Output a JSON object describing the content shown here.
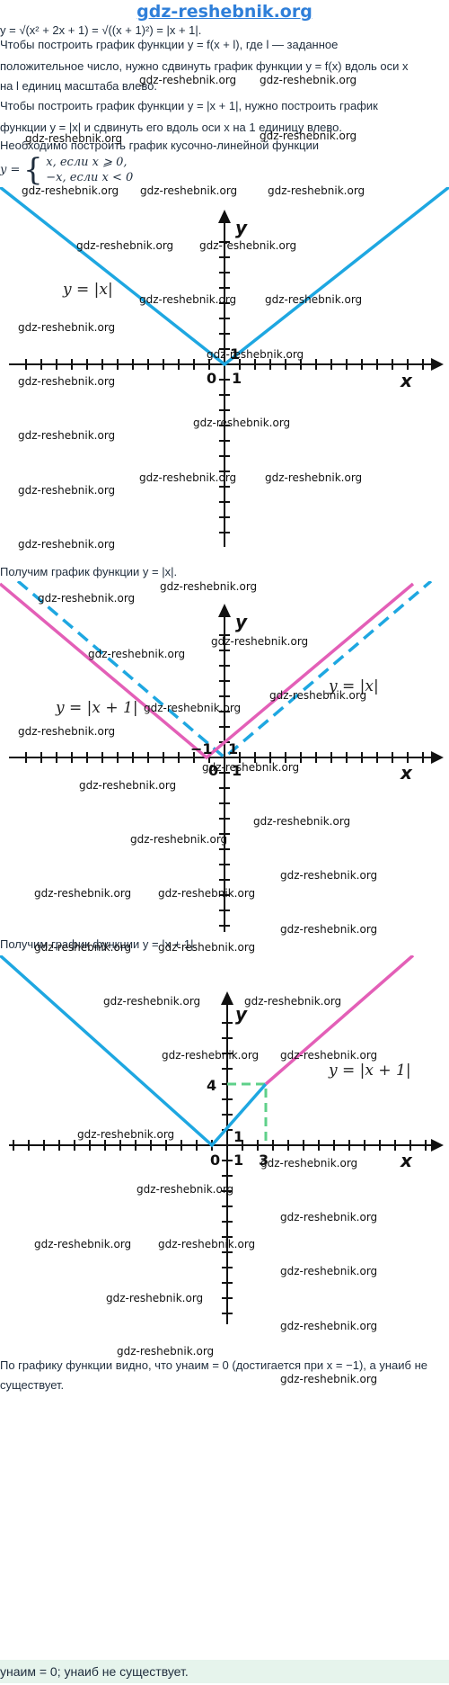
{
  "site_title": "gdz-reshebnik.org",
  "watermark": "gdz-reshebnik.org",
  "texts": {
    "line1": "y = √(x² + 2x + 1) = √((x + 1)²) = |x + 1|.",
    "para1a": "Чтобы построить график функции y = f(x + l), где l — заданное",
    "para1b": "положительное число, нужно сдвинуть график функции y = f(x) вдоль оси x",
    "para1c": "на l единиц масштаба влево.",
    "para2a": "Чтобы построить график функции y = |x + 1|, нужно построить график",
    "para2b": "функции y = |x| и сдвинуть его вдоль оси x на 1 единицу влево.",
    "para3": "Необходимо построить график кусочно-линейной функции",
    "piecewise_lhs": "y =",
    "case1": "x,  если x ⩾ 0,",
    "case2": "−x,  если x < 0",
    "after_g1": "Получим график функции y = |x|.",
    "after_g2": "Получим график функции y = |x + 1|.",
    "concl1": "По графику функции видно, что yнаим = 0 (достигается при x = −1), а yнаиб не",
    "concl2": "существует.",
    "answer": "yнаим = 0; yнаиб не существует."
  },
  "graphs": [
    {
      "labels": {
        "y": "y",
        "x": "x",
        "origin": "0",
        "one_x": "1",
        "one_y": "1",
        "func": "y = |x|"
      }
    },
    {
      "labels": {
        "y": "y",
        "x": "x",
        "origin": "0",
        "one_x": "1",
        "one_y": "1",
        "minus_one": "−1",
        "func1": "y = |x|",
        "func2": "y = |x + 1|"
      }
    },
    {
      "labels": {
        "y": "y",
        "x": "x",
        "origin": "0",
        "one_x": "1",
        "one_y": "1",
        "three": "3",
        "four": "4",
        "func": "y = |x + 1|"
      }
    }
  ],
  "colors": {
    "blue": "#1ea7e1",
    "pink": "#e35fb7",
    "green": "#5fd08a",
    "title": "#2f7fd9"
  }
}
